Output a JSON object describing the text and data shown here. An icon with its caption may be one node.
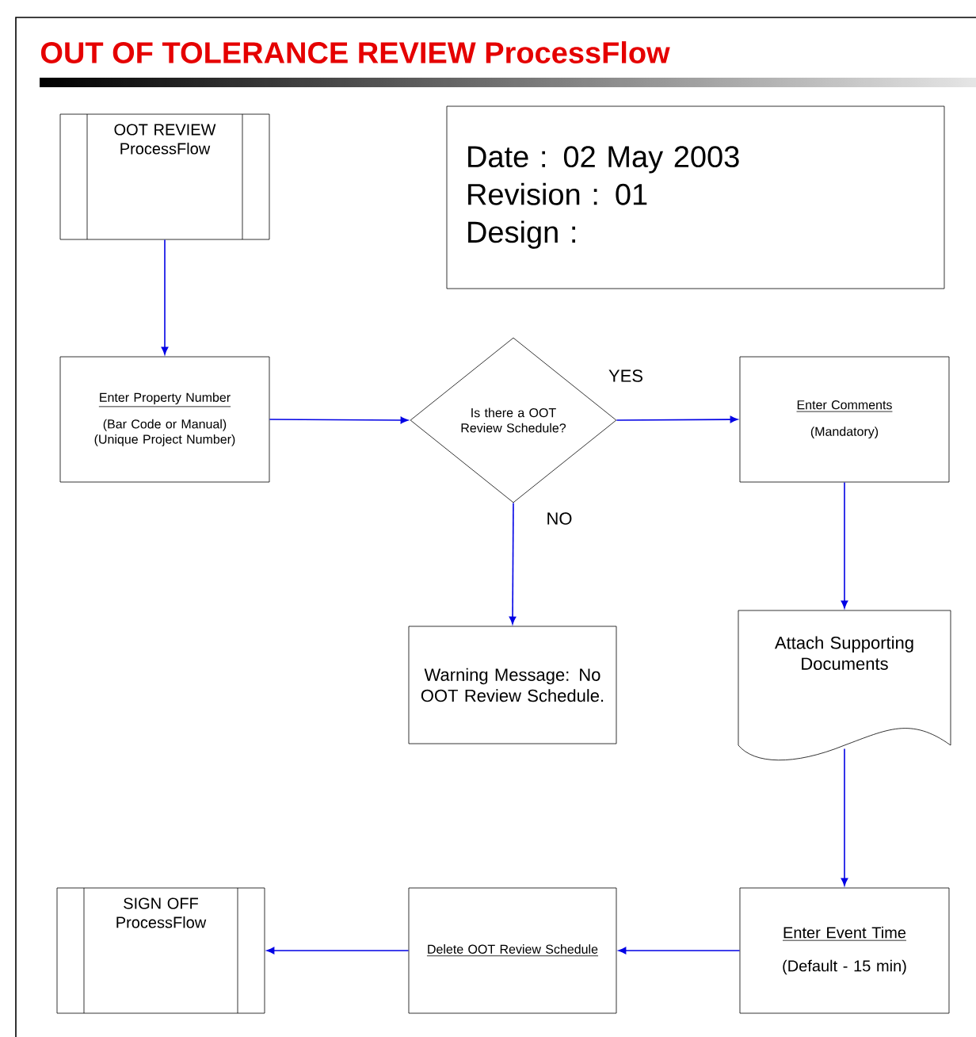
{
  "diagram": {
    "title": "OUT OF TOLERANCE REVIEW ProcessFlow",
    "nodes": [
      {
        "text": [
          "OOT REVIEW ProcessFlow"
        ]
      },
      {
        "text": [
          "Date : 02 May 2003",
          "Revision : 01",
          "Design :"
        ]
      },
      {
        "text": [
          "Enter Property Number",
          "(Bar Code or Manual) (Unique Project Number)"
        ]
      },
      {
        "text": [
          "Is there a OOT Review Schedule?"
        ]
      },
      {
        "text": [
          "Enter Comments",
          "(Mandatory)"
        ]
      },
      {
        "text": [
          "Warning Message: No OOT Review Schedule."
        ]
      },
      {
        "text": [
          "Attach Supporting Documents"
        ]
      },
      {
        "text": [
          "SIGN OFF ProcessFlow"
        ]
      },
      {
        "text": [
          "Delete OOT Review Schedule"
        ]
      },
      {
        "text": [
          "Enter Event Time",
          "(Default - 15 min)"
        ]
      }
    ],
    "edges": [
      {
        "from": 0,
        "to": 2,
        "arrow": "to"
      },
      {
        "from": 2,
        "to": 3,
        "arrow": "to"
      },
      {
        "from": 3,
        "to": 4,
        "arrow": "to",
        "label": "YES"
      },
      {
        "from": 3,
        "to": 5,
        "arrow": "to",
        "label": "NO"
      },
      {
        "from": 4,
        "to": 6,
        "arrow": "to"
      },
      {
        "from": 6,
        "to": 9,
        "arrow": "to"
      },
      {
        "from": 9,
        "to": 8,
        "arrow": "to"
      },
      {
        "from": 8,
        "to": 7,
        "arrow": "to"
      }
    ]
  }
}
